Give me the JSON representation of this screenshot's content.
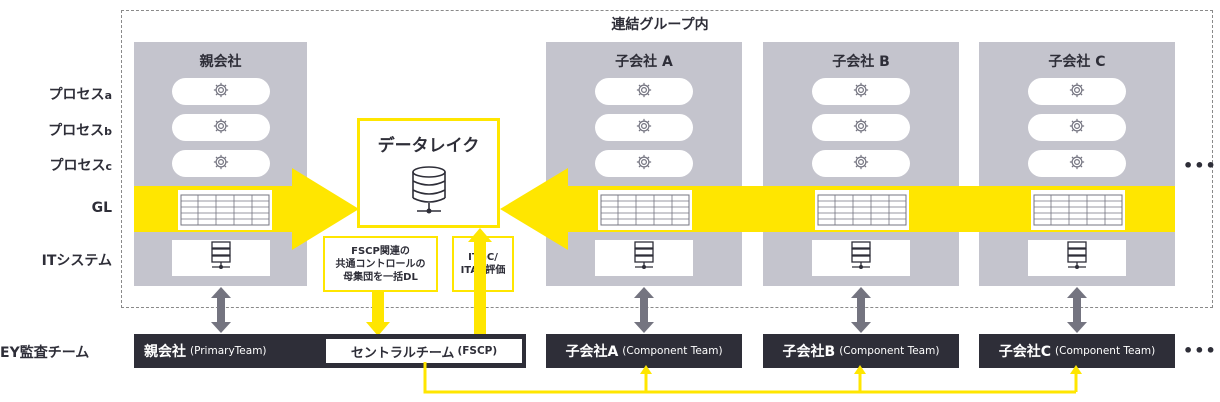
{
  "group_label": "連結グループ内",
  "row_labels": {
    "process_a": {
      "main": "プロセス",
      "sub": "a"
    },
    "process_b": {
      "main": "プロセス",
      "sub": "b"
    },
    "process_c": {
      "main": "プロセス",
      "sub": "c"
    },
    "gl": "GL",
    "it_system": "ITシステム",
    "ey_team": "EY監査チーム"
  },
  "entities": [
    {
      "title": "親会社"
    },
    {
      "title": "子会社 A"
    },
    {
      "title": "子会社 B"
    },
    {
      "title": "子会社 C"
    }
  ],
  "datalake": {
    "title": "データレイク"
  },
  "notes": {
    "fscp_note": [
      "FSCP関連の",
      "共通コントロールの",
      "母集団を一括DL"
    ],
    "itgc_note": [
      "ITGC/",
      "ITAC評価"
    ]
  },
  "teams": [
    {
      "main": "親会社",
      "sub": "(PrimaryTeam)"
    },
    {
      "main": "子会社A",
      "sub": "(Component Team)"
    },
    {
      "main": "子会社B",
      "sub": "(Component Team)"
    },
    {
      "main": "子会社C",
      "sub": "(Component Team)"
    }
  ],
  "central_team": {
    "main": "セントラルチーム",
    "sub": "(FSCP)"
  },
  "ellipsis": "•••",
  "icons": [
    "gear-icon",
    "ledger-icon",
    "server-icon",
    "database-icon",
    "double-arrow-icon"
  ],
  "colors": {
    "yellow": "#ffe600",
    "dark": "#2e2e38",
    "grey": "#c4c4cd",
    "arrow_grey": "#747480"
  }
}
